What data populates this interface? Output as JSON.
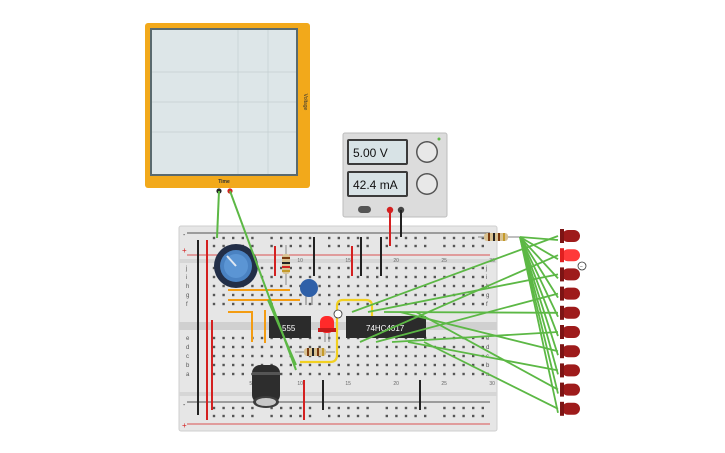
{
  "oscilloscope": {
    "y_axis_label": "Voltage",
    "x_axis_label": "Time",
    "frame_color": "#f2a91b",
    "screen_color": "#dde6e8"
  },
  "power_supply": {
    "voltage_display": "5.00 V",
    "current_display": "42.4 mA",
    "body_color": "#dcdcdc"
  },
  "breadboard": {
    "row_labels_top": [
      "j",
      "i",
      "h",
      "g",
      "f"
    ],
    "row_labels_bottom": [
      "e",
      "d",
      "c",
      "b",
      "a"
    ],
    "rail_plus": "+",
    "rail_minus": "-",
    "column_numbers": [
      "5",
      "10",
      "15",
      "20",
      "25",
      "30"
    ]
  },
  "chips": {
    "timer_label": "555",
    "counter_label": "74HC4017"
  },
  "led_count": 10,
  "colors": {
    "wire_green": "#5cb845",
    "wire_red": "#d42020",
    "wire_black": "#222222",
    "wire_orange": "#f39c12",
    "wire_yellow": "#f2d021",
    "led_dark_red": "#9e1b1b",
    "led_lit_red": "#ff3a3a"
  }
}
